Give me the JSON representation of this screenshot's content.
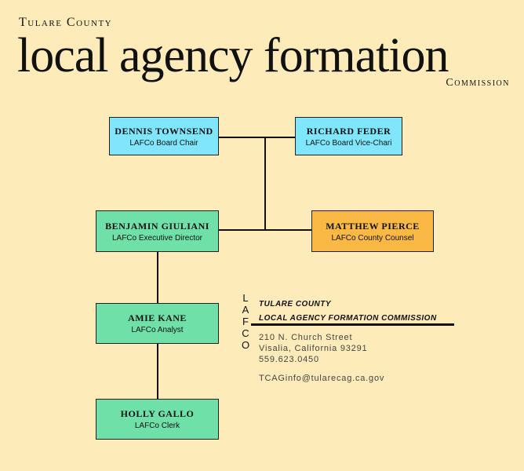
{
  "header": {
    "county": "Tulare County",
    "title": "local agency formation",
    "commission": "Commission"
  },
  "org": {
    "chair": {
      "name": "DENNIS TOWNSEND",
      "role": "LAFCo Board Chair"
    },
    "vice_chair": {
      "name": "RICHARD FEDER",
      "role": "LAFCo Board Vice-Chari"
    },
    "executive": {
      "name": "BENJAMIN GIULIANI",
      "role": "LAFCo Executive Director"
    },
    "counsel": {
      "name": "MATTHEW PIERCE",
      "role": "LAFCo County Counsel"
    },
    "analyst": {
      "name": "AMIE KANE",
      "role": "LAFCo Analyst"
    },
    "clerk": {
      "name": "HOLLY GALLO",
      "role": "LAFCo Clerk"
    }
  },
  "logo": {
    "letters": [
      "L",
      "A",
      "F",
      "C",
      "O"
    ],
    "line1": "TULARE COUNTY",
    "line2": "LOCAL AGENCY FORMATION COMMISSION"
  },
  "contact": {
    "street": "210 N. Church Street",
    "city": "Visalia, California 93291",
    "phone": "559.623.0450",
    "email": "TCAGinfo@tularecag.ca.gov"
  },
  "colors": {
    "background": "#fdebb9",
    "board": "#7fe6fb",
    "staff": "#6fe0a8",
    "counsel": "#f9b944"
  }
}
